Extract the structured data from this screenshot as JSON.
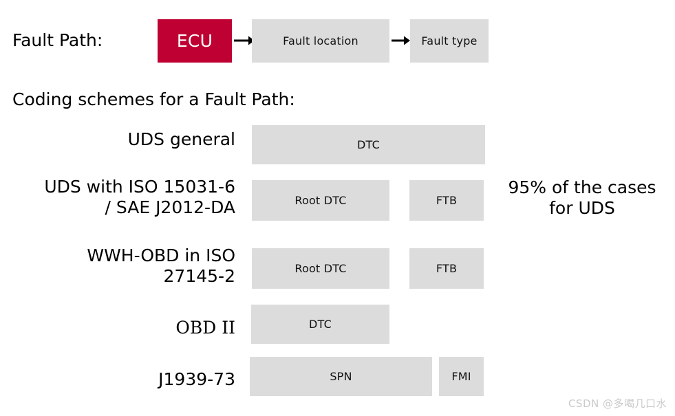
{
  "fault_path": {
    "label": "Fault Path:",
    "nodes": [
      {
        "text": "ECU",
        "kind": "accent"
      },
      {
        "text": "Fault location",
        "kind": "gray"
      },
      {
        "text": "Fault type",
        "kind": "gray"
      }
    ],
    "arrows": [
      "arrow-right-icon",
      "arrow-right-icon"
    ]
  },
  "section_heading": "Coding schemes for a Fault Path:",
  "schemes": [
    {
      "label": "UDS general",
      "label_font": "sans",
      "segments": [
        {
          "text": "DTC"
        }
      ]
    },
    {
      "label": "UDS with ISO 15031-6\n/ SAE J2012-DA",
      "label_font": "sans",
      "segments": [
        {
          "text": "Root DTC"
        },
        {
          "text": "FTB"
        }
      ]
    },
    {
      "label": "WWH-OBD in ISO\n27145-2",
      "label_font": "sans",
      "segments": [
        {
          "text": "Root DTC"
        },
        {
          "text": "FTB"
        }
      ]
    },
    {
      "label": "OBD II",
      "label_font": "serif",
      "segments": [
        {
          "text": "DTC"
        }
      ]
    },
    {
      "label": "J1939-73",
      "label_font": "sans",
      "segments": [
        {
          "text": "SPN"
        },
        {
          "text": "FMI"
        }
      ]
    }
  ],
  "side_note": "95% of the cases\nfor UDS",
  "watermark": "CSDN @多喝几口水",
  "colors": {
    "accent": "#be0032",
    "box_gray": "#dcdcdc",
    "text": "#000000",
    "background": "#ffffff",
    "watermark": "#c9c9c9"
  }
}
